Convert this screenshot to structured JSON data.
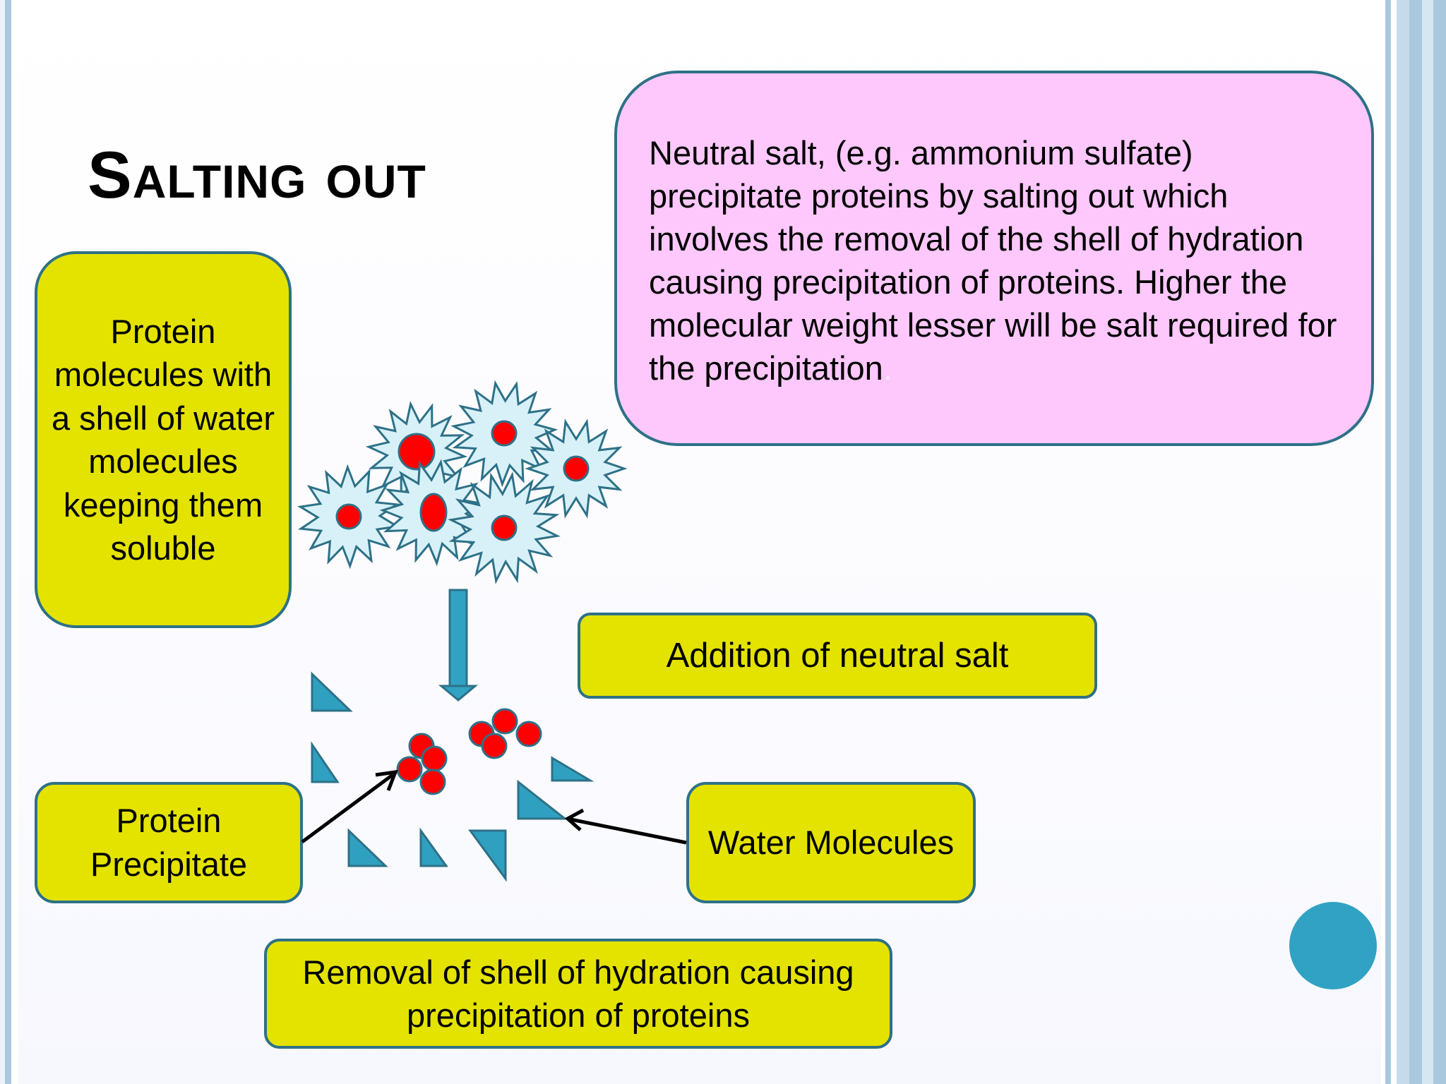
{
  "slide": {
    "title": "Salting out",
    "description": {
      "text": "Neutral salt, (e.g. ammonium sulfate) precipitate proteins by salting out which involves the removal of the shell of hydration causing precipitation of proteins. Higher the molecular weight lesser will be salt required for the precipitation",
      "trailing_mark": "."
    },
    "labels": {
      "shell": "Protein molecules with a shell of water molecules keeping them soluble",
      "addition": "Addition of neutral salt",
      "precipitate": "Protein Precipitate",
      "water": "Water Molecules",
      "removal": "Removal of shell of hydration causing precipitation of proteins"
    }
  },
  "colors": {
    "label_fill": "#e4e300",
    "info_fill": "#fec8fc",
    "outline": "#2e7187",
    "protein_core": "#ff0000",
    "hydration_shell": "#d8f1f9",
    "water_molecule": "#2fa0c0",
    "accent_circle": "#31a2c3"
  }
}
